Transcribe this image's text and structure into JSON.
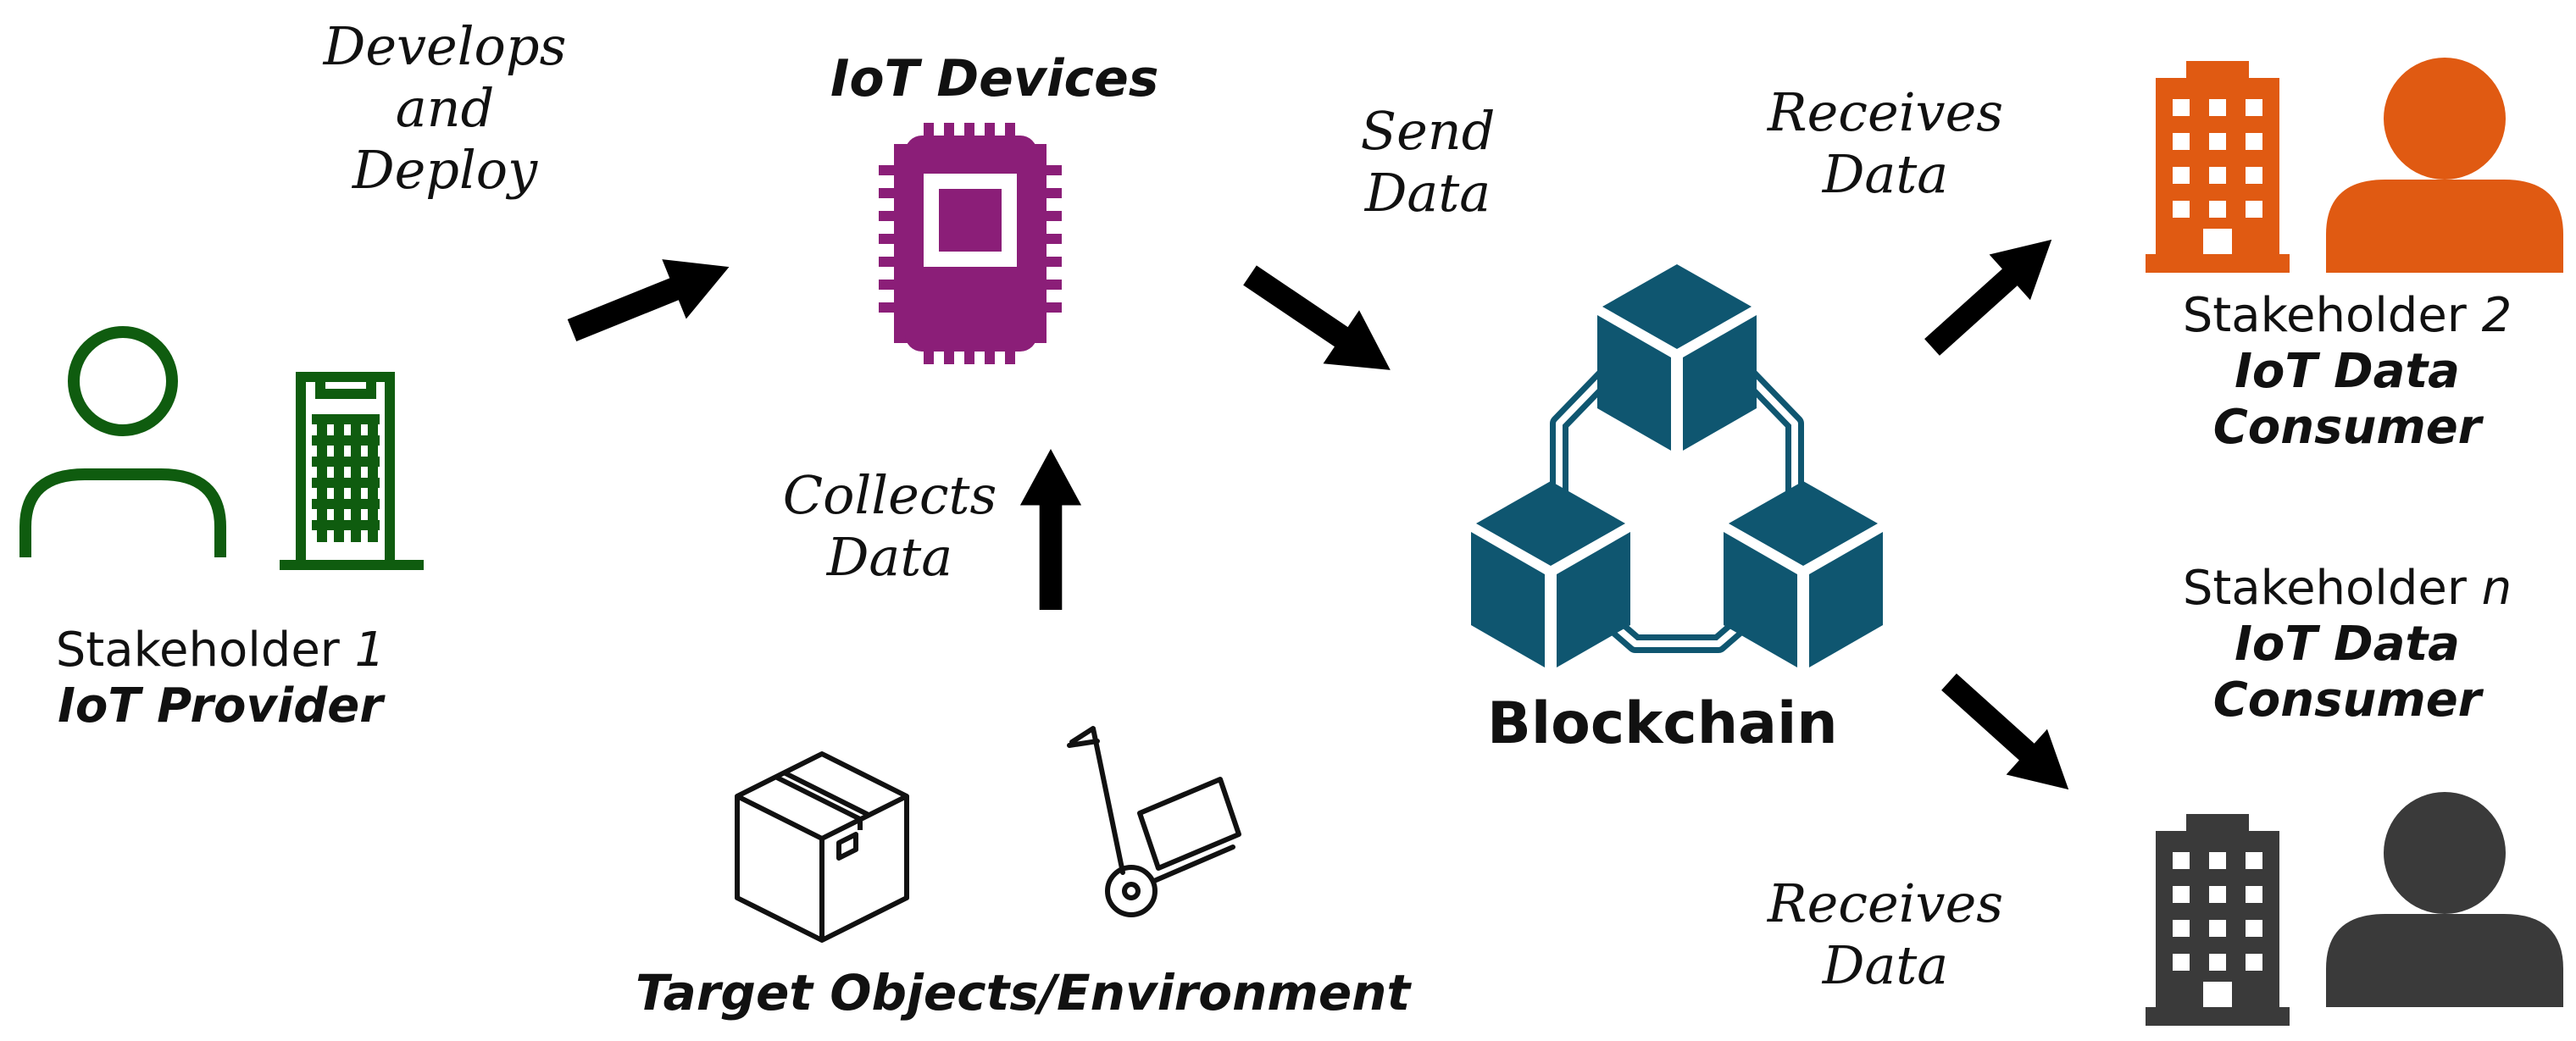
{
  "colors": {
    "provider": "#0f5c0f",
    "iot_chip": "#8b1e78",
    "blockchain": "#0f5670",
    "stakeholder2": "#e05a12",
    "stakeholdern": "#3a3a3a",
    "arrow": "#000000",
    "outline": "#111111"
  },
  "icons": {
    "provider_person": "person-outline-icon",
    "provider_building": "building-icon",
    "iot_device": "chip-icon",
    "blockchain": "blockchain-cubes-icon",
    "stakeholder2_building": "building-icon",
    "stakeholder2_person": "person-icon",
    "stakeholdern_building": "building-icon",
    "stakeholdern_person": "person-icon",
    "target_box": "box-icon",
    "target_cart": "hand-truck-icon"
  },
  "labels": {
    "develops": {
      "line1": "Develops",
      "line2": "and",
      "line3": "Deploy"
    },
    "iot_devices": "IoT Devices",
    "send_data": {
      "line1": "Send",
      "line2": "Data"
    },
    "receives_top": {
      "line1": "Receives",
      "line2": "Data"
    },
    "receives_bottom": {
      "line1": "Receives",
      "line2": "Data"
    },
    "collects_data": {
      "line1": "Collects",
      "line2": "Data"
    },
    "stakeholder1": {
      "prefix": "Stakeholder ",
      "index": "1",
      "role": "IoT Provider"
    },
    "stakeholder2": {
      "prefix": "Stakeholder ",
      "index": "2",
      "role_line1": "IoT Data",
      "role_line2": "Consumer"
    },
    "stakeholdern": {
      "prefix": "Stakeholder ",
      "index": "n",
      "role_line1": "IoT Data",
      "role_line2": "Consumer"
    },
    "blockchain": "Blockchain",
    "target": "Target Objects/Environment"
  }
}
